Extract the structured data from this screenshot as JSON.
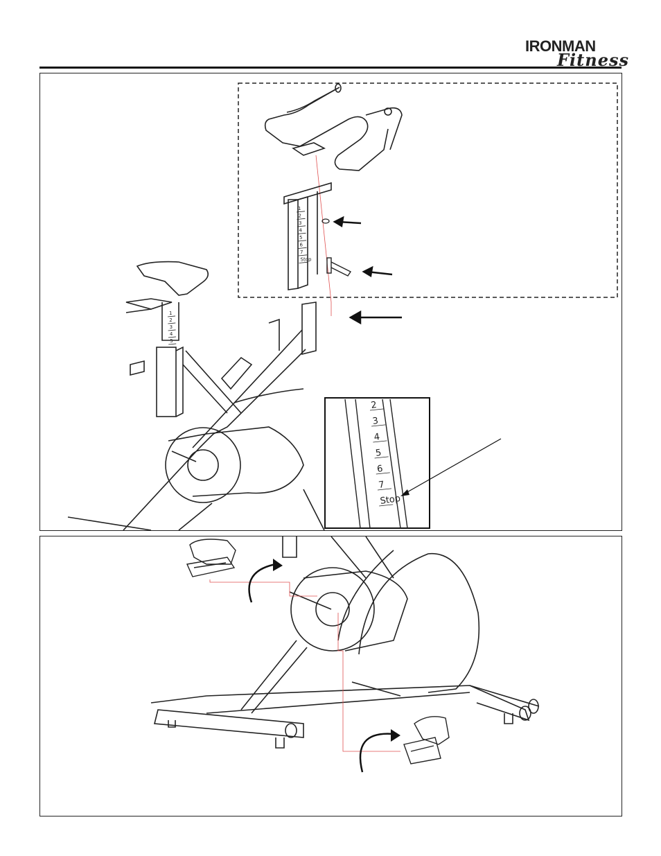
{
  "logo": {
    "brand_text": "IRONMAN",
    "sub_text": "Fitness"
  },
  "step1": {
    "post_scale_small": [
      "1",
      "2",
      "3",
      "4",
      "5",
      "6",
      "7",
      "Stop"
    ],
    "seat_scale": [
      "1",
      "2",
      "3",
      "4",
      "5"
    ],
    "detail_scale": [
      "2",
      "3",
      "4",
      "5",
      "6",
      "7",
      "Stop"
    ]
  },
  "colors": {
    "line": "#222222",
    "guide": "#e05050"
  }
}
